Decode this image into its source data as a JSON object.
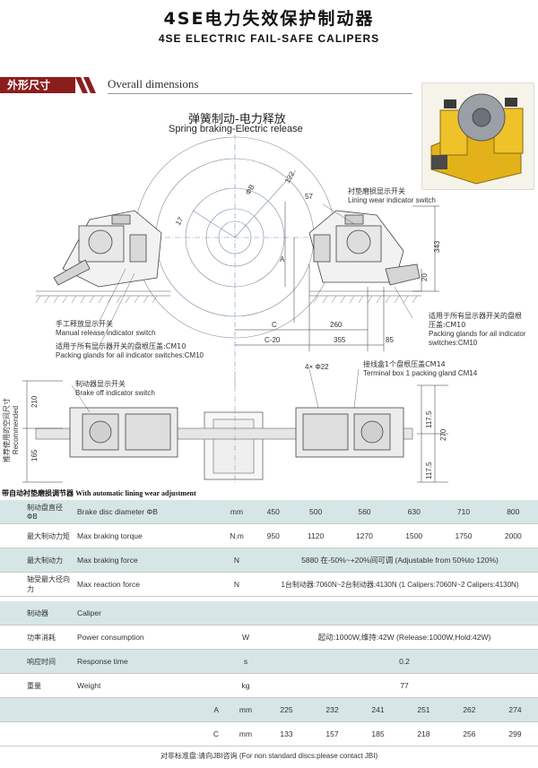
{
  "header": {
    "title_cn": "4SE电力失效保护制动器",
    "title_en": "4SE ELECTRIC FAIL-SAFE CALIPERS"
  },
  "section": {
    "tag_cn": "外形尺寸",
    "label_en": "Overall dimensions"
  },
  "drawing": {
    "title_cn": "弹簧制动-电力释放",
    "title_en": "Spring braking-Electric release",
    "dims": {
      "phi_b": "ΦB",
      "d122": "122",
      "d57": "57",
      "d17": "17",
      "a": "A",
      "d343": "343",
      "d20": "20",
      "c": "C",
      "d260": "260",
      "c20": "C-20",
      "d355": "355",
      "d85": "85",
      "holes": "4× Φ22",
      "d210": "210",
      "d165": "165",
      "d1175a": "117.5",
      "d1175b": "117.5",
      "d270": "270"
    },
    "labels": {
      "lining_cn": "衬垫磨损显示开关",
      "lining_en": "Lining wear indicator switch",
      "manual_cn": "手工释放显示开关",
      "manual_en": "Manual release indicator switch",
      "gland_left_cn": "适用于所有显示器开关的盘根压盖:CM10",
      "gland_left_en": "Packing glands for ail indicator switches:CM10",
      "gland_right_cn1": "适用于所有显示器开关的盘根",
      "gland_right_cn2": "压盖:CM10",
      "gland_right_en1": "Packing glands for ail indicator",
      "gland_right_en2": "switches:CM10",
      "terminal_cn": "接线盒1个盘根压盖CM14",
      "terminal_en": "Terminal box 1 packing gland CM14",
      "brakeoff_cn": "制动器显示开关",
      "brakeoff_en": "Brake off indicator switch",
      "recommended_cn": "推荐使用的空间尺寸",
      "recommended_en": "Recommended"
    }
  },
  "auto_adjust": {
    "cn": "带自动衬垫磨损调节器",
    "en": "With automatic lining wear adjustment"
  },
  "table1": {
    "rows": [
      {
        "cn": "制动盘直径 ΦB",
        "en": "Brake disc diameter  ΦB",
        "unit": "mm",
        "values": [
          "450",
          "500",
          "560",
          "630",
          "710",
          "800"
        ]
      },
      {
        "cn": "最大制动力矩",
        "en": "Max braking torque",
        "unit": "N.m",
        "values": [
          "950",
          "1120",
          "1270",
          "1500",
          "1750",
          "2000"
        ]
      },
      {
        "cn": "最大制动力",
        "en": "Max braking force",
        "unit": "N",
        "merged": "5880          在-50%~+20%间可调     (Adjustable from 50%to 120%)"
      },
      {
        "cn": "轴受最大径向力",
        "en": "Max reaction force",
        "unit": "N",
        "merged": "1台制动器:7060N~2台制动器:4130N   (1 Calipers:7060N~2 Calipers:4130N)"
      }
    ]
  },
  "table2": {
    "rows": [
      {
        "cn": "制动器",
        "en": "Caliper",
        "unit": "",
        "merged": ""
      },
      {
        "cn": "功率消耗",
        "en": "Power consumption",
        "unit": "W",
        "merged": "起动:1000W,维持:42W  (Release:1000W,Hold:42W)"
      },
      {
        "cn": "响应时间",
        "en": "Response time",
        "unit": "s",
        "merged": "0.2"
      },
      {
        "cn": "重量",
        "en": "Weight",
        "unit": "kg",
        "merged": "77"
      },
      {
        "cn": "",
        "en": "A",
        "unit": "mm",
        "values": [
          "225",
          "232",
          "241",
          "251",
          "262",
          "274"
        ]
      },
      {
        "cn": "",
        "en": "C",
        "unit": "mm",
        "values": [
          "133",
          "157",
          "185",
          "218",
          "256",
          "299"
        ]
      }
    ]
  },
  "footer": "对非标准盘:请向JBI咨询      (For non standard discs:please contact JBI)"
}
